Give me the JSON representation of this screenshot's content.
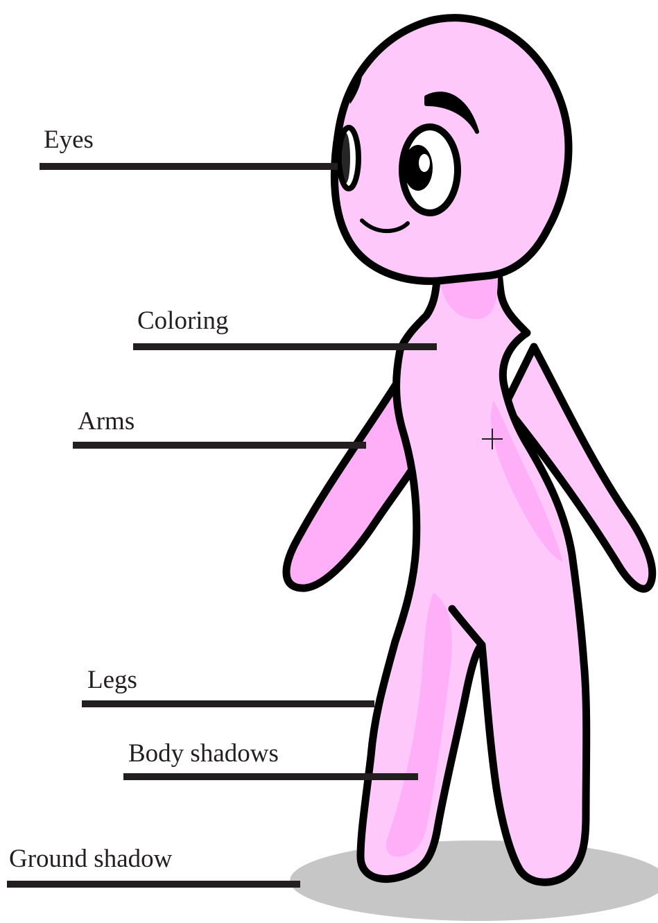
{
  "labels": [
    {
      "id": "eyes",
      "text": "Eyes"
    },
    {
      "id": "coloring",
      "text": "Coloring"
    },
    {
      "id": "arms",
      "text": "Arms"
    },
    {
      "id": "legs",
      "text": "Legs"
    },
    {
      "id": "body_shadows",
      "text": "Body shadows"
    },
    {
      "id": "ground_shadow",
      "text": "Ground shadow"
    }
  ],
  "colors": {
    "body_fill": "#ffc8fb",
    "body_shadow": "#ffaff8",
    "outline": "#000000",
    "ground_shadow": "#c6c6c6",
    "leader_line": "#231f20",
    "label_text": "#231f20"
  }
}
